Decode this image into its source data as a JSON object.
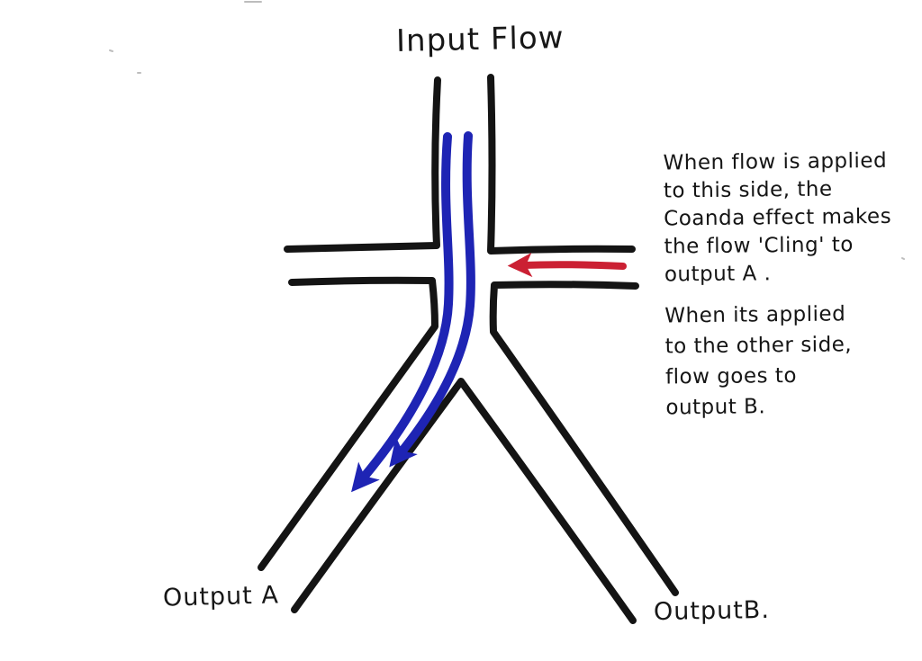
{
  "labels": {
    "input_flow": "Input Flow",
    "output_a": "Output A",
    "output_b": "OutputB."
  },
  "annotation": {
    "para1_lines": [
      "When flow is applied",
      "to this side, the",
      "Coanda effect makes",
      "the flow 'Cling' to",
      "output A ."
    ],
    "para2_lines": [
      "When its applied",
      "to the other side,",
      "flow goes to",
      "output B."
    ]
  },
  "colors": {
    "ink_black": "#141414",
    "flow_blue": "#1e24b4",
    "control_red": "#cb2033",
    "paper_white": "#ffffff"
  }
}
